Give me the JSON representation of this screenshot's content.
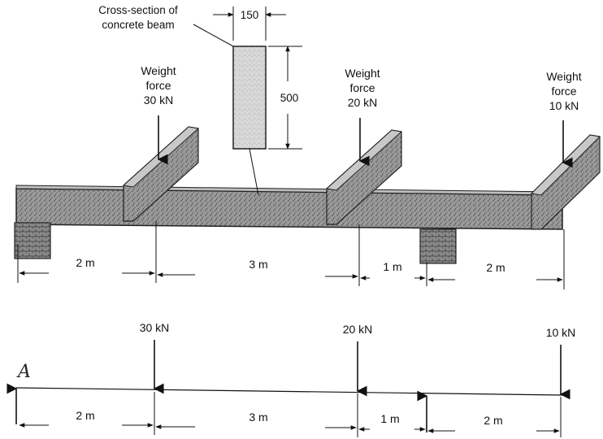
{
  "top": {
    "section_caption_line1": "Cross-section of",
    "section_caption_line2": "concrete beam",
    "section_width": "150",
    "section_height": "500",
    "loads": [
      {
        "line1": "Weight",
        "line2": "force",
        "line3": "30 kN"
      },
      {
        "line1": "Weight",
        "line2": "force",
        "line3": "20 kN"
      },
      {
        "line1": "Weight",
        "line2": "force",
        "line3": "10 kN"
      }
    ],
    "spans": [
      "2 m",
      "3 m",
      "1 m",
      "2 m"
    ]
  },
  "bottom": {
    "support_label": "A",
    "loads": [
      "30 kN",
      "20 kN",
      "10 kN"
    ],
    "spans": [
      "2 m",
      "3 m",
      "1 m",
      "2 m"
    ]
  }
}
